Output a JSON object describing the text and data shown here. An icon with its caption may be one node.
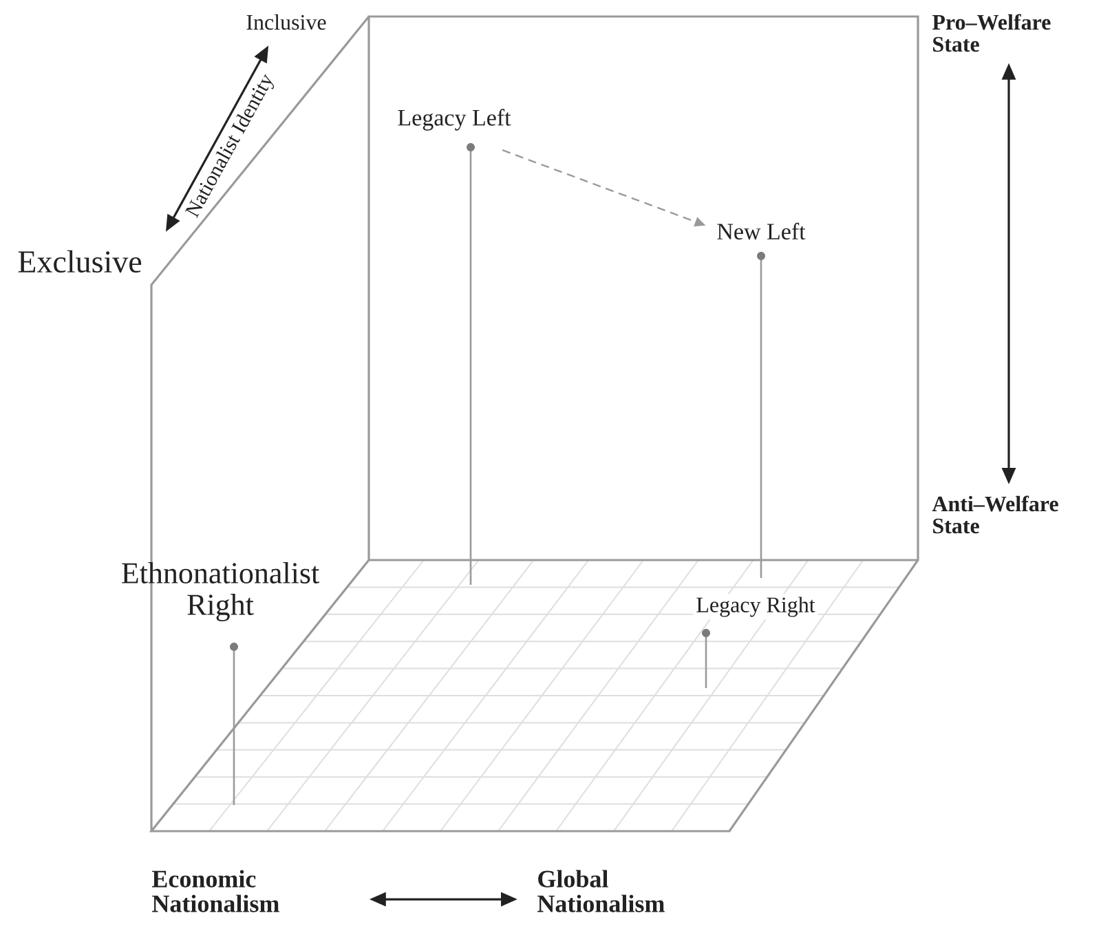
{
  "diagram": {
    "nodes": [
      {
        "text": [
          "Inclusive"
        ]
      },
      {
        "text": [
          "Exclusive"
        ]
      },
      {
        "text": [
          "Pro–Welfare State"
        ]
      },
      {
        "text": [
          "Anti–Welfare State"
        ]
      },
      {
        "text": [
          "Legacy Left"
        ]
      },
      {
        "text": [
          "New Left"
        ]
      },
      {
        "text": [
          "Ethnonationalist Right"
        ]
      },
      {
        "text": [
          "Legacy Right"
        ]
      },
      {
        "text": [
          "Economic Nationalism"
        ]
      },
      {
        "text": [
          "Global Nationalism"
        ]
      }
    ],
    "edges": [
      {
        "from": 1,
        "to": 0,
        "arrow": "both",
        "label": "Nationalist Identity"
      },
      {
        "from": 2,
        "to": 3,
        "arrow": "both"
      },
      {
        "from": 4,
        "to": 5,
        "arrow": "to",
        "style": "dashed",
        "color": "#9a9a9a"
      },
      {
        "from": 8,
        "to": 9,
        "arrow": "both"
      }
    ]
  }
}
